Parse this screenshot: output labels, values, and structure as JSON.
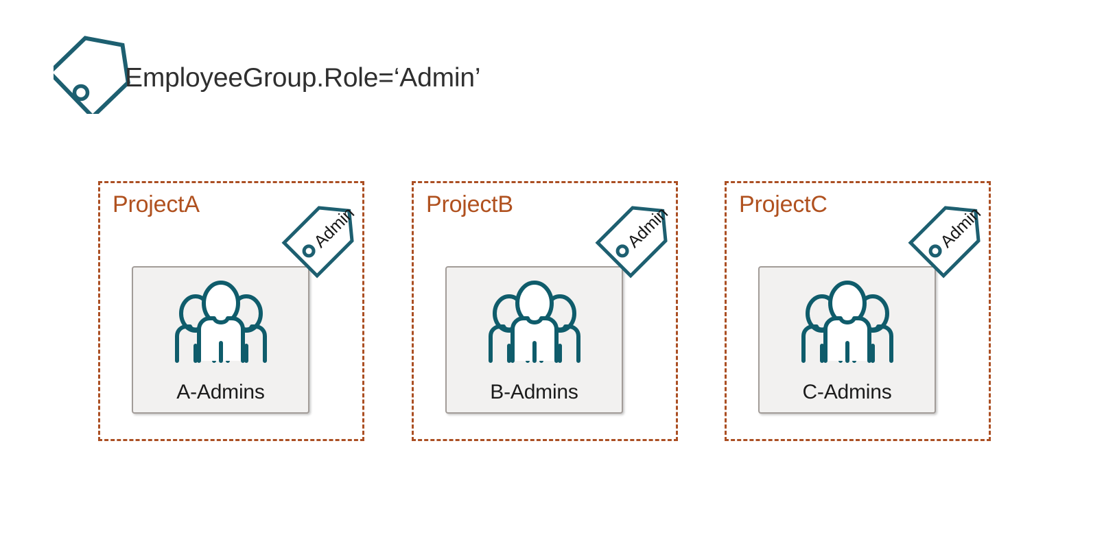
{
  "header": {
    "tag_icon": "tag-icon",
    "label": "EmployeeGroup.Role=‘Admin’"
  },
  "colors": {
    "tag_teal": "#1d5f70",
    "panel_border_rust": "#ab4f23",
    "project_title_rust": "#b0511f",
    "group_box_fill": "#f2f1f0",
    "group_box_border": "#a29c98",
    "people_icon_teal": "#0f5c6b",
    "header_text": "#2f2f2f",
    "group_label_text": "#1b1b1b",
    "background": "#ffffff"
  },
  "panels": [
    {
      "title": "ProjectA",
      "group_label": "A-Admins",
      "group_icon": "people-group-icon",
      "tag_label": "Admin",
      "tag_icon": "tag-icon"
    },
    {
      "title": "ProjectB",
      "group_label": "B-Admins",
      "group_icon": "people-group-icon",
      "tag_label": "Admin",
      "tag_icon": "tag-icon"
    },
    {
      "title": "ProjectC",
      "group_label": "C-Admins",
      "group_icon": "people-group-icon",
      "tag_label": "Admin",
      "tag_icon": "tag-icon"
    }
  ]
}
